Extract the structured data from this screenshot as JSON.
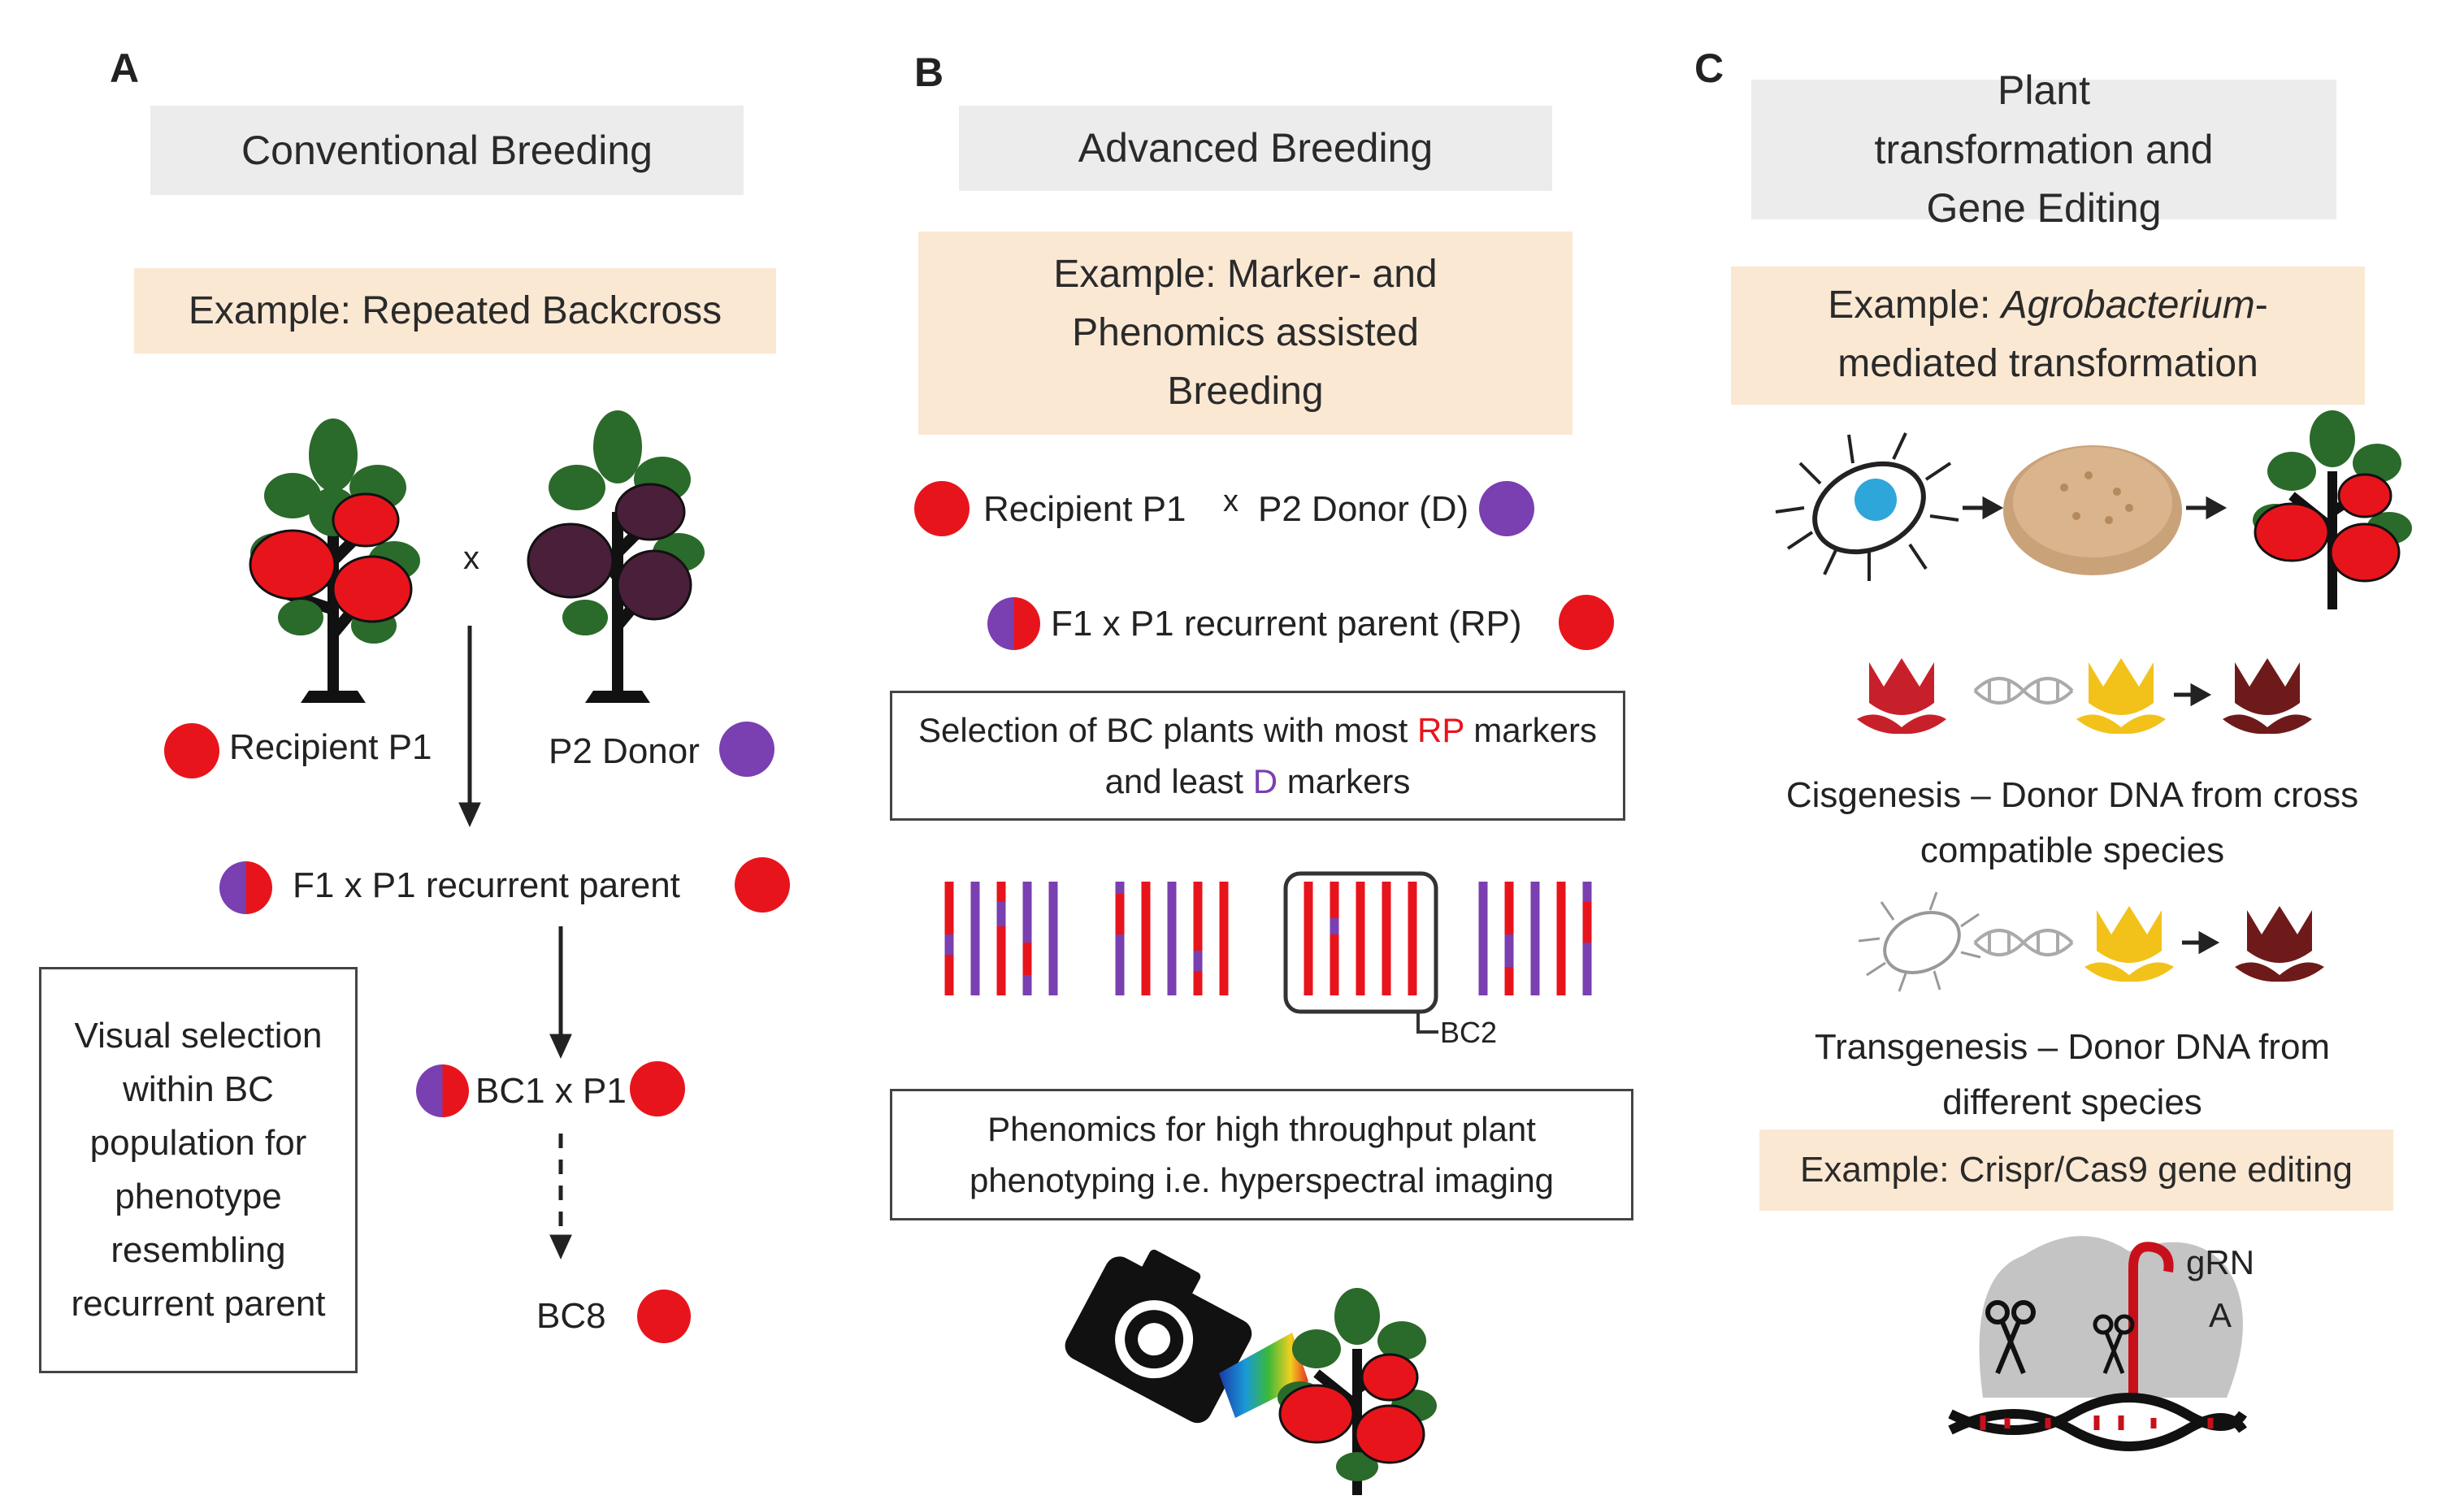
{
  "panel_a": {
    "letter": "A",
    "header": "Conventional Breeding",
    "example": "Example: Repeated Backcross",
    "cross_symbol": "x",
    "recipient_label": "Recipient P1",
    "donor_label": "P2 Donor",
    "f1_label": "F1 x P1 recurrent  parent",
    "bc1_label": "BC1 x P1",
    "bc8_label": "BC8",
    "visual_selection_text": "Visual selection within BC population for phenotype resembling recurrent parent"
  },
  "panel_b": {
    "letter": "B",
    "header": "Advanced Breeding",
    "example": "Example: Marker- and Phenomics assisted Breeding",
    "recipient_label": "Recipient P1",
    "cross_symbol": "x",
    "donor_label": "P2 Donor (D)",
    "f1_label": "F1 x P1 recurrent  parent (RP)",
    "selection_pre": "Selection of BC plants with most ",
    "selection_rp": "RP",
    "selection_mid": " markers and least ",
    "selection_d": "D",
    "selection_post": " markers",
    "bc2_label": "BC2",
    "phenomics_text": "Phenomics for high throughput plant phenotyping i.e. hyperspectral imaging"
  },
  "panel_c": {
    "letter": "C",
    "header": "Plant transformation and Gene Editing",
    "example_pre": "Example: ",
    "example_italic": "Agrobacterium",
    "example_post": "-mediated transformation",
    "cisgenesis_text": "Cisgenesis – Donor DNA from cross compatible species",
    "transgenesis_text": "Transgenesis – Donor DNA from different species",
    "crispr_example": "Example: Crispr/Cas9 gene editing",
    "grna_label_1": "gRN",
    "grna_label_2": "A"
  },
  "colors": {
    "recipient_red": "#e8141c",
    "donor_purple": "#7a3fb0",
    "header_gray": "#ececec",
    "example_peach": "#fbe8d3",
    "tomato_red": "#e8141c",
    "eggplant_purple": "#4a1f3a",
    "flower_red": "#c8202a",
    "flower_yellow": "#f2c21a",
    "flower_dark": "#6e1a1a"
  },
  "icons": [
    "tomato-plant-icon",
    "purple-tomato-plant-icon",
    "bacterium-icon",
    "petri-dish-icon",
    "dna-icon",
    "tulip-icon",
    "camera-icon",
    "scissors-icon",
    "dna-helix-icon"
  ]
}
